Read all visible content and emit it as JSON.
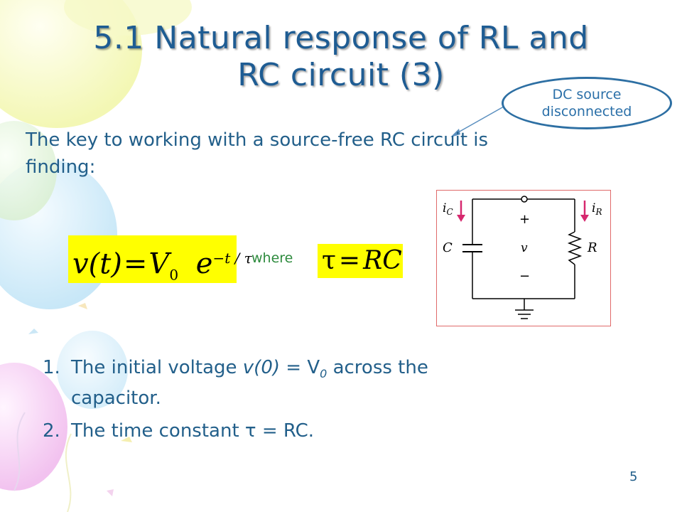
{
  "slide": {
    "title_line1": "5.1 Natural response of RL and",
    "title_line2": "RC circuit (3)",
    "callout": {
      "line1": "DC source",
      "line2": "disconnected"
    },
    "body_line1": "The key to working with a source-free RC circuit is",
    "body_line2": "finding:",
    "where_label": "where",
    "formula_main": {
      "v": "v",
      "t": "(t)",
      "eq": "=",
      "V": "V",
      "sub0": "0",
      "e": "e",
      "exp": "−t / τ"
    },
    "formula_tau": {
      "tau": "τ",
      "eq": "=",
      "rc": "RC"
    },
    "circuit": {
      "label_ic": "i",
      "label_ic_sub": "C",
      "label_ir": "i",
      "label_ir_sub": "R",
      "label_C": "C",
      "label_R": "R",
      "label_v": "v",
      "label_plus": "+",
      "label_minus": "−"
    },
    "list": [
      {
        "num": "1.",
        "pre": "The initial voltage ",
        "v0": "v(0)",
        "mid": " = V",
        "sub": "0",
        "post": " across the",
        "line2": "capacitor."
      },
      {
        "num": "2.",
        "text": "The time constant τ = RC."
      }
    ],
    "page_number": "5",
    "colors": {
      "title": "#1e5c93",
      "body": "#225f8a",
      "highlight": "#ffff00",
      "where": "#2e8b3e",
      "circuit_border": "#e06a6a",
      "arrow": "#d6286e"
    }
  }
}
